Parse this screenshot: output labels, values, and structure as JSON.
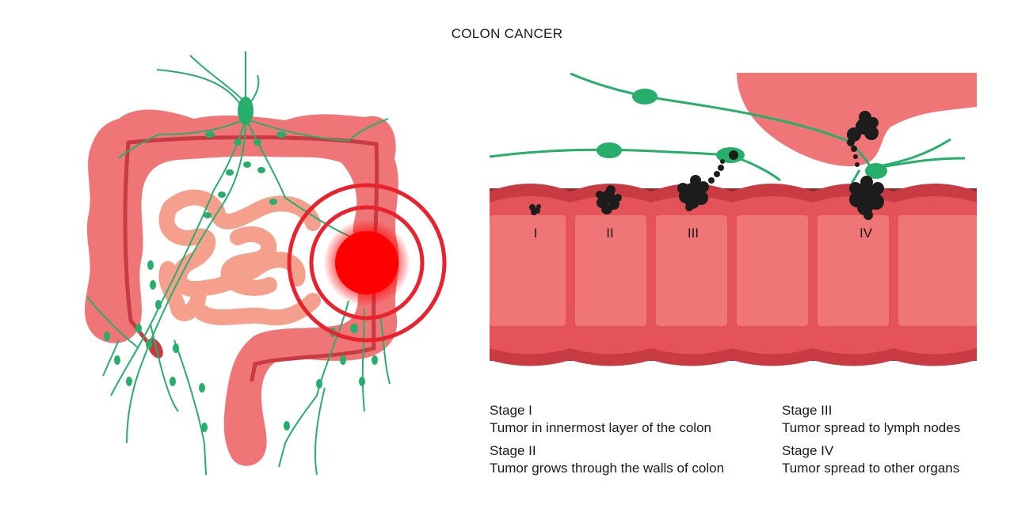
{
  "title": "COLON CANCER",
  "colors": {
    "colon": "#f07577",
    "colon_dark": "#c93b43",
    "colon_wall": "#8f2a31",
    "small_intestine": "#f5a08d",
    "lymph": "#27ae6b",
    "tumor": "#1c1c1c",
    "target": "#e8232d",
    "target_core": "#ff0000"
  },
  "illustration": {
    "stage_markers": [
      "I",
      "II",
      "III",
      "IV"
    ]
  },
  "legend": [
    {
      "stage": "Stage I",
      "description": "Tumor in innermost layer of the colon"
    },
    {
      "stage": "Stage II",
      "description": "Tumor grows through the walls of colon"
    },
    {
      "stage": "Stage III",
      "description": "Tumor spread to lymph nodes"
    },
    {
      "stage": "Stage IV",
      "description": "Tumor spread to other organs"
    }
  ]
}
